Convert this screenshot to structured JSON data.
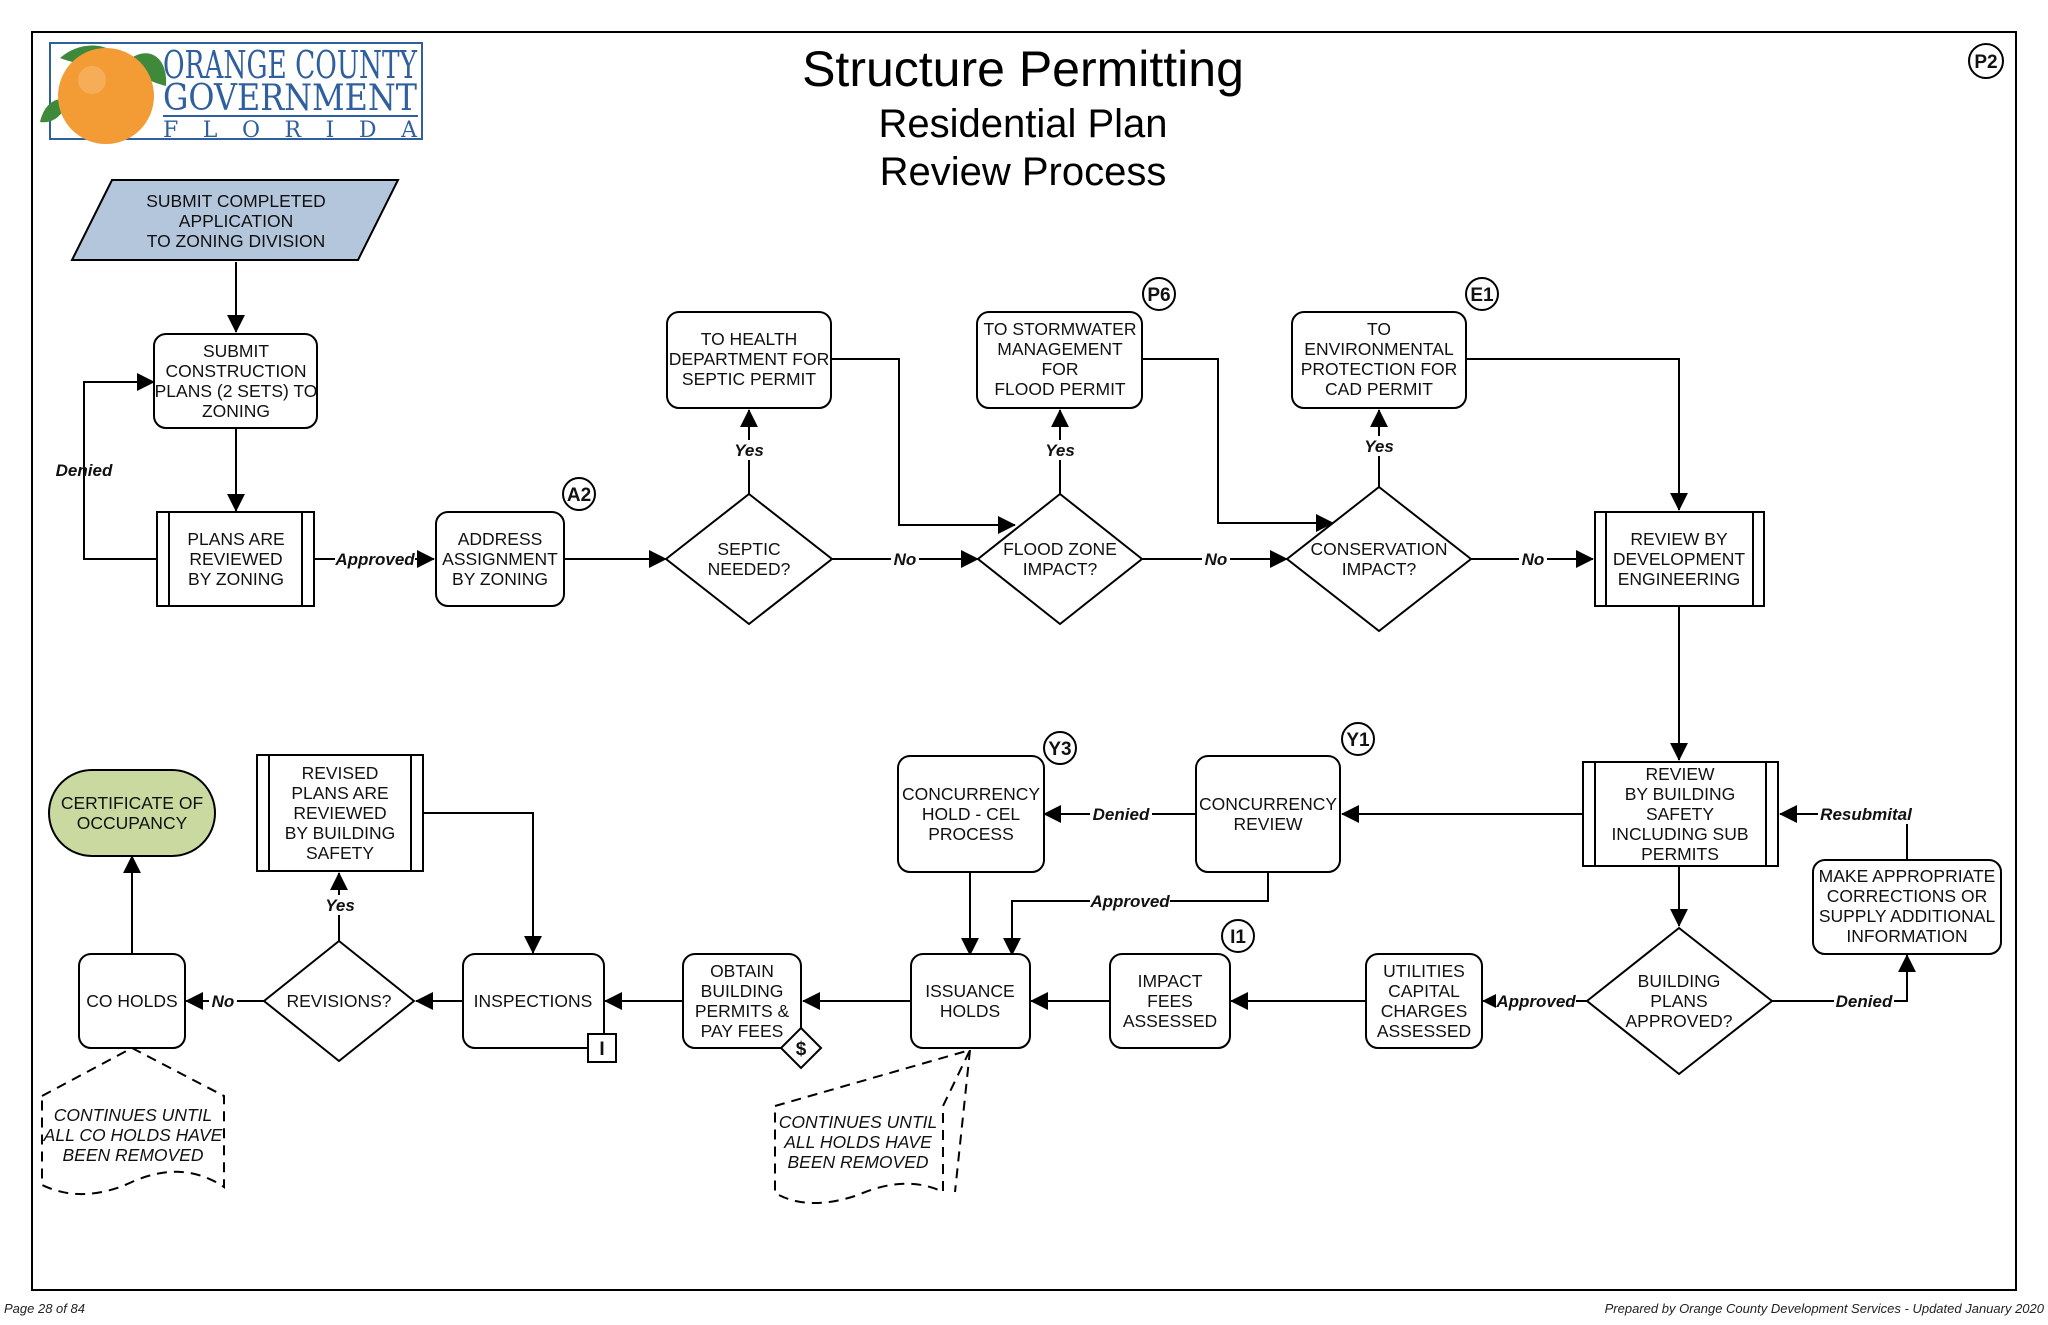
{
  "header": {
    "title": "Structure Permitting",
    "subtitle_line1": "Residential Plan",
    "subtitle_line2": "Review Process",
    "page_code": "P2"
  },
  "logo": {
    "line1": "ORANGE COUNTY",
    "line2": "GOVERNMENT",
    "line3": "F L O R I D A"
  },
  "nodes": {
    "submit_application": [
      "SUBMIT COMPLETED",
      "APPLICATION",
      "TO ZONING DIVISION"
    ],
    "submit_plans": [
      "SUBMIT",
      "CONSTRUCTION",
      "PLANS (2 SETS) TO",
      "ZONING"
    ],
    "plans_reviewed_zoning": [
      "PLANS ARE",
      "REVIEWED",
      "BY ZONING"
    ],
    "address_assignment": [
      "ADDRESS",
      "ASSIGNMENT",
      "BY ZONING"
    ],
    "septic_needed": [
      "SEPTIC",
      "NEEDED?"
    ],
    "health_department": [
      "TO HEALTH",
      "DEPARTMENT FOR",
      "SEPTIC PERMIT"
    ],
    "flood_zone_impact": [
      "FLOOD ZONE",
      "IMPACT?"
    ],
    "stormwater": [
      "TO STORMWATER",
      "MANAGEMENT",
      "FOR",
      "FLOOD PERMIT"
    ],
    "conservation_impact": [
      "CONSERVATION",
      "IMPACT?"
    ],
    "environmental": [
      "TO",
      "ENVIRONMENTAL",
      "PROTECTION FOR",
      "CAD PERMIT"
    ],
    "review_dev_engineering": [
      "REVIEW BY",
      "DEVELOPMENT",
      "ENGINEERING"
    ],
    "review_building_safety": [
      "REVIEW",
      "BY BUILDING",
      "SAFETY",
      "INCLUDING SUB",
      "PERMITS"
    ],
    "concurrency_review": [
      "CONCURRENCY",
      "REVIEW"
    ],
    "concurrency_hold": [
      "CONCURRENCY",
      "HOLD - CEL",
      "PROCESS"
    ],
    "make_corrections": [
      "MAKE APPROPRIATE",
      "CORRECTIONS OR",
      "SUPPLY ADDITIONAL",
      "INFORMATION"
    ],
    "building_plans_approved": [
      "BUILDING",
      "PLANS",
      "APPROVED?"
    ],
    "utilities_capital": [
      "UTILITIES",
      "CAPITAL",
      "CHARGES",
      "ASSESSED"
    ],
    "impact_fees": [
      "IMPACT",
      "FEES",
      "ASSESSED"
    ],
    "issuance_holds": [
      "ISSUANCE",
      "HOLDS"
    ],
    "obtain_permits": [
      "OBTAIN",
      "BUILDING",
      "PERMITS &",
      "PAY FEES"
    ],
    "inspections": [
      "INSPECTIONS"
    ],
    "revisions": [
      "REVISIONS?"
    ],
    "revised_plans": [
      "REVISED",
      "PLANS ARE",
      "REVIEWED",
      "BY BUILDING",
      "SAFETY"
    ],
    "co_holds": [
      "CO HOLDS"
    ],
    "certificate": [
      "CERTIFICATE OF",
      "OCCUPANCY"
    ]
  },
  "notes": {
    "co_holds_note": [
      "CONTINUES UNTIL",
      "ALL CO HOLDS HAVE",
      "BEEN REMOVED"
    ],
    "holds_note": [
      "CONTINUES UNTIL",
      "ALL HOLDS HAVE",
      "BEEN REMOVED"
    ]
  },
  "edge_labels": {
    "denied": "Denied",
    "approved": "Approved",
    "yes": "Yes",
    "no": "No",
    "resubmital": "Resubmital"
  },
  "refs": {
    "a2": "A2",
    "p6": "P6",
    "e1": "E1",
    "y1": "Y1",
    "y3": "Y3",
    "i1": "I1"
  },
  "symbols": {
    "inspection_tag": "I",
    "fee_tag": "$"
  },
  "footer": {
    "left": "Page 28 of 84",
    "right": "Prepared by Orange County Development Services - Updated January 2020"
  },
  "colors": {
    "start_fill": "#b3c6dc",
    "end_fill": "#c9d9a0",
    "logo_blue": "#2f5f9e",
    "orange": "#f39c36",
    "leaf_green": "#3f8a3a"
  }
}
